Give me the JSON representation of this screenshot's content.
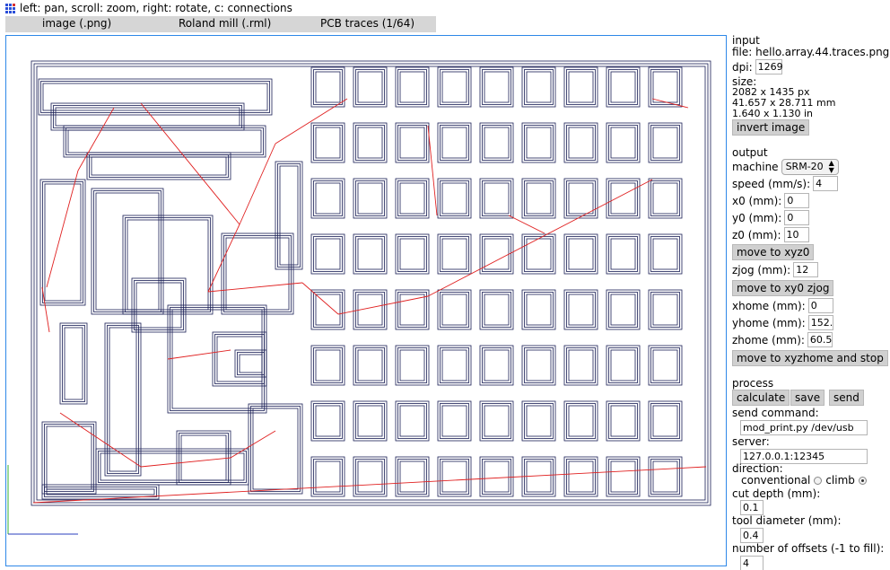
{
  "toolbar": {
    "hint": "left: pan, scroll: zoom, right: rotate, c: connections",
    "tabs": [
      {
        "label": "image (.png)"
      },
      {
        "label": "Roland mill (.rml)"
      },
      {
        "label": "PCB traces (1/64)"
      }
    ]
  },
  "input": {
    "heading": "input",
    "file_label": "file:",
    "file_name": "hello.array.44.traces.png",
    "dpi_label": "dpi:",
    "dpi_value": "1269",
    "size_label": "size:",
    "size_px": "2082 x 1435 px",
    "size_mm": "41.657 x 28.711 mm",
    "size_in": "1.640 x 1.130 in",
    "invert_label": "invert image"
  },
  "output": {
    "heading": "output",
    "machine_label": "machine",
    "machine_value": "SRM-20",
    "speed_label": "speed (mm/s):",
    "speed_value": "4",
    "x0_label": "x0 (mm):",
    "x0_value": "0",
    "y0_label": "y0 (mm):",
    "y0_value": "0",
    "z0_label": "z0 (mm):",
    "z0_value": "10",
    "move_xyz0_label": "move to xyz0",
    "zjog_label": "zjog (mm):",
    "zjog_value": "12",
    "move_xy0_zjog_label": "move to xy0 zjog",
    "xhome_label": "xhome (mm):",
    "xhome_value": "0",
    "yhome_label": "yhome (mm):",
    "yhome_value": "152.",
    "zhome_label": "zhome (mm):",
    "zhome_value": "60.5",
    "move_home_label": "move to xyzhome and stop"
  },
  "process": {
    "heading": "process",
    "calculate_label": "calculate",
    "save_label": "save",
    "send_label": "send",
    "send_command_label": "send command:",
    "send_command_value": "mod_print.py /dev/usb",
    "server_label": "server:",
    "server_value": "127.0.0.1:12345",
    "direction_label": "direction:",
    "conventional_label": "conventional",
    "climb_label": "climb",
    "direction_selected": "climb",
    "cut_depth_label": "cut depth (mm):",
    "cut_depth_value": "0.1",
    "tool_diameter_label": "tool diameter (mm):",
    "tool_diameter_value": "0.4",
    "offsets_label": "number of offsets (-1 to fill):",
    "offsets_value": "4"
  },
  "colors": {
    "toolpath": "#1a1f55",
    "connection": "#e02020",
    "frame": "#2e88e8",
    "axis": "#2b3fbf"
  }
}
